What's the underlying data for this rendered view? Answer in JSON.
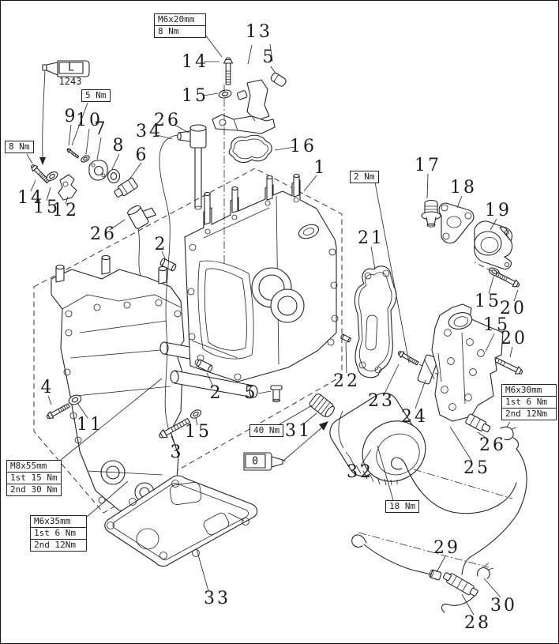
{
  "figure": {
    "kind": "exploded-parts-diagram"
  },
  "callouts": [
    {
      "id": "c0",
      "num": "13"
    },
    {
      "id": "c1",
      "num": "14"
    },
    {
      "id": "c2",
      "num": "5"
    },
    {
      "id": "c3",
      "num": "15"
    },
    {
      "id": "c4",
      "num": "26"
    },
    {
      "id": "c5",
      "num": "34"
    },
    {
      "id": "c6",
      "num": "9"
    },
    {
      "id": "c7",
      "num": "10"
    },
    {
      "id": "c8",
      "num": "7"
    },
    {
      "id": "c9",
      "num": "8"
    },
    {
      "id": "c10",
      "num": "6"
    },
    {
      "id": "c11",
      "num": "14"
    },
    {
      "id": "c12",
      "num": "15"
    },
    {
      "id": "c13",
      "num": "12"
    },
    {
      "id": "c14",
      "num": "26"
    },
    {
      "id": "c15",
      "num": "2"
    },
    {
      "id": "c16",
      "num": "1"
    },
    {
      "id": "c17",
      "num": "17"
    },
    {
      "id": "c18",
      "num": "18"
    },
    {
      "id": "c19",
      "num": "19"
    },
    {
      "id": "c20",
      "num": "21"
    },
    {
      "id": "c21",
      "num": "15"
    },
    {
      "id": "c22",
      "num": "20"
    },
    {
      "id": "c23",
      "num": "15"
    },
    {
      "id": "c24",
      "num": "20"
    },
    {
      "id": "c25",
      "num": "22"
    },
    {
      "id": "c26",
      "num": "23"
    },
    {
      "id": "c27",
      "num": "24"
    },
    {
      "id": "c28",
      "num": "26"
    },
    {
      "id": "c29",
      "num": "25"
    },
    {
      "id": "c30",
      "num": "2"
    },
    {
      "id": "c31",
      "num": "5"
    },
    {
      "id": "c32",
      "num": "4"
    },
    {
      "id": "c33",
      "num": "11"
    },
    {
      "id": "c34",
      "num": "3"
    },
    {
      "id": "c35",
      "num": "15"
    },
    {
      "id": "c36",
      "num": "31"
    },
    {
      "id": "c37",
      "num": "32"
    },
    {
      "id": "c38",
      "num": "33"
    },
    {
      "id": "c39",
      "num": "29"
    },
    {
      "id": "c40",
      "num": "30"
    },
    {
      "id": "c41",
      "num": "28"
    },
    {
      "id": "c42",
      "num": "16"
    }
  ],
  "spec_boxes": [
    {
      "id": "m6x20",
      "lines": [
        "M6x20mm",
        "8 Nm"
      ]
    },
    {
      "id": "nm5",
      "lines": [
        "5 Nm"
      ]
    },
    {
      "id": "nm8",
      "lines": [
        "8 Nm"
      ]
    },
    {
      "id": "nm2",
      "lines": [
        "2 Nm"
      ]
    },
    {
      "id": "m6x30",
      "lines": [
        "M6x30mm",
        "1st 6 Nm",
        "2nd 12Nm"
      ]
    },
    {
      "id": "m8x55",
      "lines": [
        "M8x55mm",
        "1st 15 Nm",
        "2nd 30 Nm"
      ]
    },
    {
      "id": "nm40",
      "lines": [
        "40 Nm"
      ]
    },
    {
      "id": "nm18",
      "lines": [
        "18 Nm"
      ]
    },
    {
      "id": "m6x35",
      "lines": [
        "M6x35mm",
        "1st 6 Nm",
        "2nd 12Nm"
      ]
    }
  ],
  "symbols": {
    "sealant_label": "L",
    "sealant_code": "1243",
    "oil_label": "0"
  }
}
